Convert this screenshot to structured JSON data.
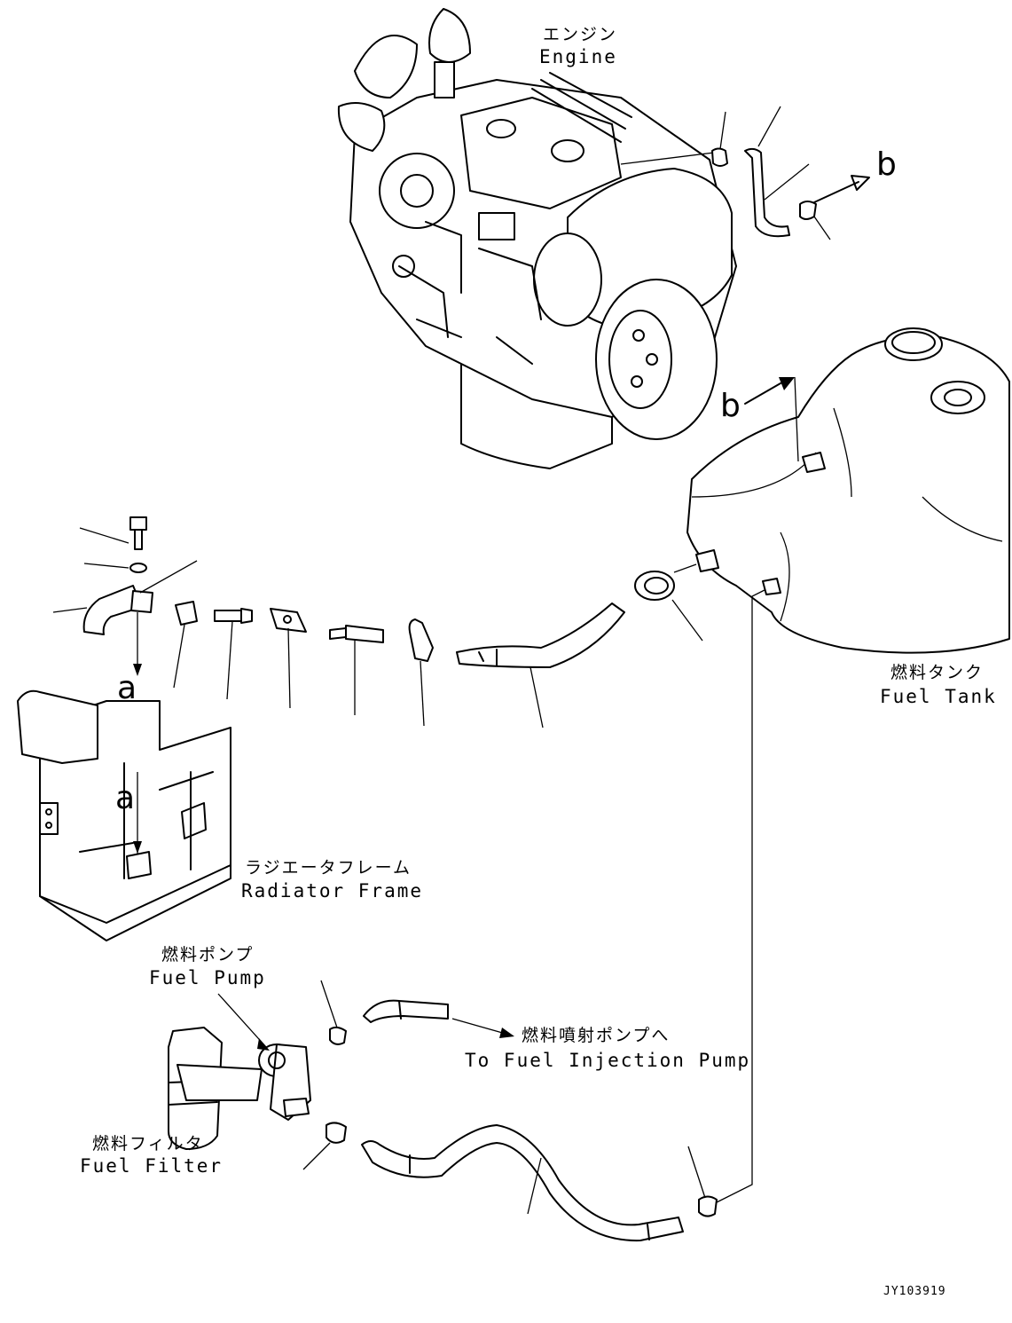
{
  "labels": {
    "engine_jp": "エンジン",
    "engine_en": "Engine",
    "fuel_tank_jp": "燃料タンク",
    "fuel_tank_en": "Fuel Tank",
    "radiator_frame_jp": "ラジエータフレーム",
    "radiator_frame_en": "Radiator Frame",
    "fuel_pump_jp": "燃料ポンプ",
    "fuel_pump_en": "Fuel Pump",
    "to_injection_jp": "燃料噴射ポンプへ",
    "to_injection_en": "To Fuel Injection Pump",
    "fuel_filter_jp": "燃料フィルタ",
    "fuel_filter_en": "Fuel Filter"
  },
  "refs": {
    "b_engine": "b",
    "b_tank": "b",
    "a_top": "a",
    "a_frame": "a"
  },
  "drawing_code": "JY103919"
}
